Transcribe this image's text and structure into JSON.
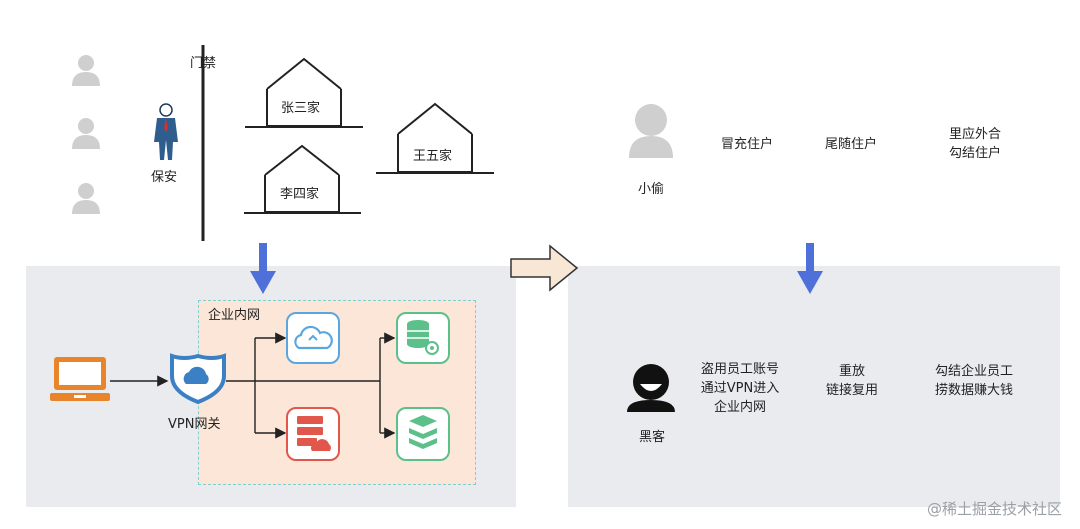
{
  "top_left": {
    "gate_label": "门禁",
    "guard_label": "保安",
    "houses": [
      "张三家",
      "李四家",
      "王五家"
    ]
  },
  "top_right": {
    "thief_label": "小偷",
    "threats": [
      "冒充住户",
      "尾随住户",
      "里应外合\n勾结住户"
    ]
  },
  "bottom_left": {
    "intranet_label": "企业内网",
    "vpn_label": "VPN网关"
  },
  "bottom_right": {
    "hacker_label": "黑客",
    "threats": [
      "盗用员工账号\n通过VPN进入\n企业内网",
      "重放\n链接复用",
      "勾结企业员工\n捞数据赚大钱"
    ]
  },
  "colors": {
    "arrow_blue": "#4f6fd9",
    "panel_gray": "#e9ebee",
    "intranet_fill": "#fbe6d8",
    "intranet_border": "#7ad0d9",
    "laptop_orange": "#e8842a",
    "shield_blue": "#3b7fc4",
    "cloud_blue": "#5aa7e0",
    "server_red": "#e2574c",
    "db_green": "#5cc08a"
  },
  "watermark": "@稀土掘金技术社区"
}
